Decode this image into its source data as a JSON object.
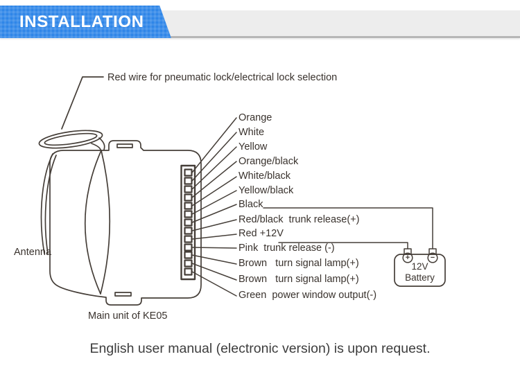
{
  "header": {
    "title": "INSTALLATION"
  },
  "diagram": {
    "red_wire_note": "Red wire for pneumatic lock/electrical lock selection",
    "antenna_label": "Antenna",
    "main_unit_label": "Main unit of KE05",
    "wires": [
      {
        "label": "Orange"
      },
      {
        "label": "White"
      },
      {
        "label": "Yellow"
      },
      {
        "label": "Orange/black"
      },
      {
        "label": "White/black"
      },
      {
        "label": "Yellow/black"
      },
      {
        "label": "Black"
      },
      {
        "label": "Red/black  trunk release(+)"
      },
      {
        "label": "Red +12V"
      },
      {
        "label": "Pink  trunk release (-)"
      },
      {
        "label": "Brown   turn signal lamp(+)"
      },
      {
        "label": "Brown   turn signal lamp(+)"
      },
      {
        "label": "Green  power window output(-)"
      }
    ],
    "battery": {
      "line1": "12V",
      "line2": "Battery",
      "plus_symbol": "+",
      "minus_symbol": "−"
    }
  },
  "footer": {
    "caption": "English user manual (electronic version) is upon request."
  }
}
